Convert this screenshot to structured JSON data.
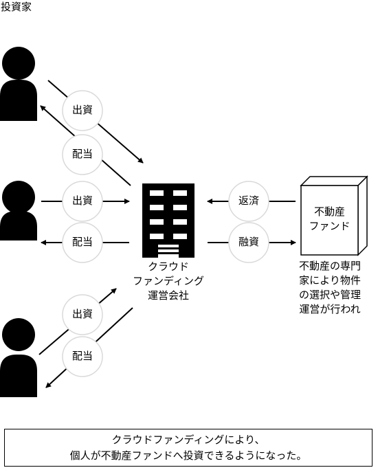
{
  "investors_label": "投資家",
  "labels": {
    "invest": "出資",
    "dividend": "配当",
    "repay": "返済",
    "finance": "融資"
  },
  "company": {
    "line1": "クラウド",
    "line2": "ファンディング",
    "line3": "運営会社"
  },
  "fund": {
    "line1": "不動産",
    "line2": "ファンド"
  },
  "fund_desc": {
    "line1": "不動産の専門",
    "line2": "家により物件",
    "line3": "の選択や管理",
    "line4": "運営が行われ"
  },
  "caption": {
    "line1": "クラウドファンディングにより、",
    "line2": "個人が不動産ファンドへ投資できるようになった。"
  },
  "colors": {
    "ink": "#000000",
    "circle_border": "#d9d9d9"
  }
}
